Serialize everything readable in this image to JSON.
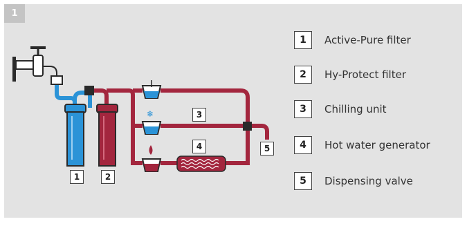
{
  "figure_number": "1",
  "colors": {
    "cold_water": "#2b93d7",
    "hot_water": "#a3263e",
    "background": "#e3e3e3",
    "badge": "#c4c4c4"
  },
  "diagram": {
    "components": [
      {
        "id": "1",
        "icon": "active-pure-filter-cartridge"
      },
      {
        "id": "2",
        "icon": "hy-protect-filter-cartridge"
      },
      {
        "id": "3",
        "icon": "chilling-unit-snowflake"
      },
      {
        "id": "4",
        "icon": "hot-water-generator-coil"
      },
      {
        "id": "5",
        "icon": "dispensing-valve"
      }
    ]
  },
  "legend": [
    {
      "number": "1",
      "label": "Active-Pure filter"
    },
    {
      "number": "2",
      "label": "Hy-Protect filter"
    },
    {
      "number": "3",
      "label": "Chilling unit"
    },
    {
      "number": "4",
      "label": "Hot water generator"
    },
    {
      "number": "5",
      "label": "Dispensing valve"
    }
  ]
}
